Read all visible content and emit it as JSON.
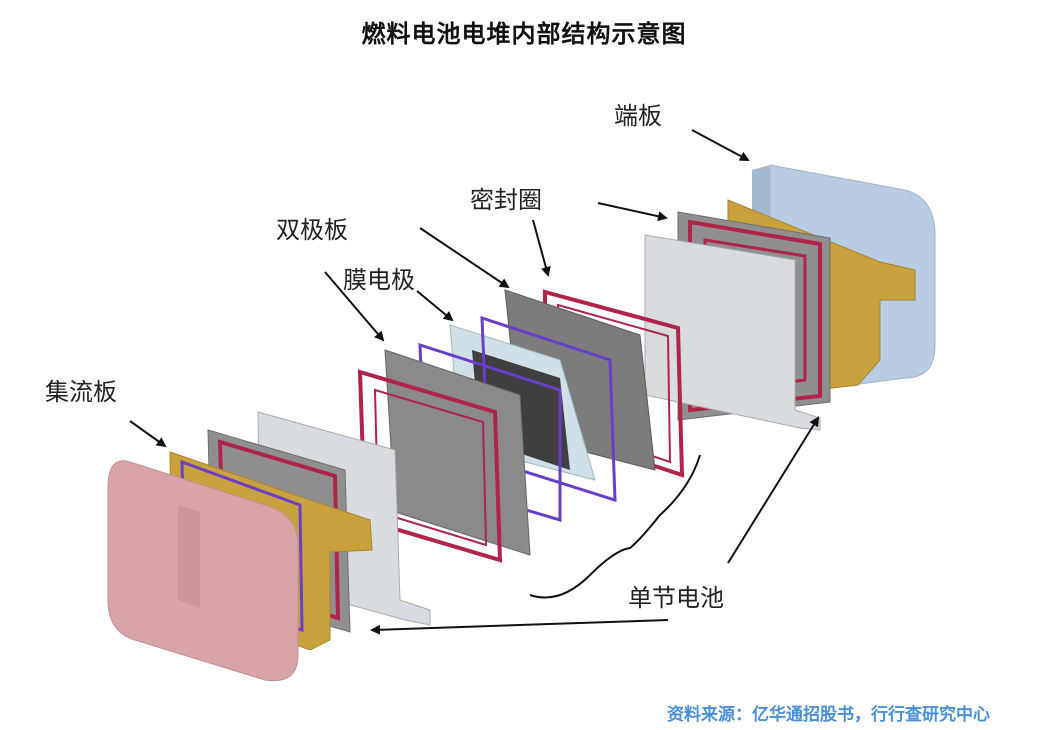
{
  "title": "燃料电池电堆内部结构示意图",
  "labels": {
    "end_plate": "端板",
    "gasket": "密封圈",
    "bipolar_plate": "双极板",
    "mea": "膜电极",
    "current_collector": "集流板",
    "single_cell": "单节电池"
  },
  "source": "资料来源：亿华通招股书，行行查研究中心",
  "colors": {
    "end_plate_front": "#d9a4a8",
    "end_plate_back": "#b8cde3",
    "collector": "#c9a23e",
    "bipolar": "#8f8f8f",
    "gasket_red": "#b0244a",
    "gasket_purple": "#6a3fc8",
    "mea_light": "#cfe0e8",
    "source_text": "#4a90d9"
  }
}
